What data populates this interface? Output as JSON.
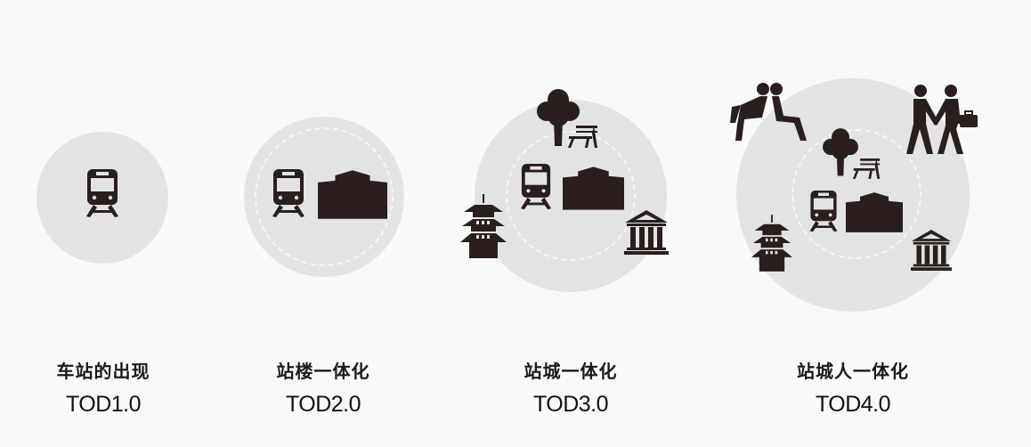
{
  "diagram": {
    "icon_color": "#2a1e1e",
    "circle_color": "#e3e3e3",
    "background_color": "#f9f9f9",
    "stages": [
      {
        "title": "车站的出现",
        "version": "TOD1.0",
        "icons": [
          "train-icon"
        ]
      },
      {
        "title": "站楼一体化",
        "version": "TOD2.0",
        "icons": [
          "train-icon",
          "station-building-icon"
        ]
      },
      {
        "title": "站城一体化",
        "version": "TOD3.0",
        "icons": [
          "tree-icon",
          "bench-icon",
          "train-icon",
          "station-building-icon",
          "pagoda-icon",
          "temple-icon"
        ]
      },
      {
        "title": "站城人一体化",
        "version": "TOD4.0",
        "icons": [
          "seated-people-icon",
          "handshake-people-icon",
          "tree-icon",
          "bench-icon",
          "train-icon",
          "station-building-icon",
          "pagoda-icon",
          "temple-icon"
        ]
      }
    ]
  }
}
